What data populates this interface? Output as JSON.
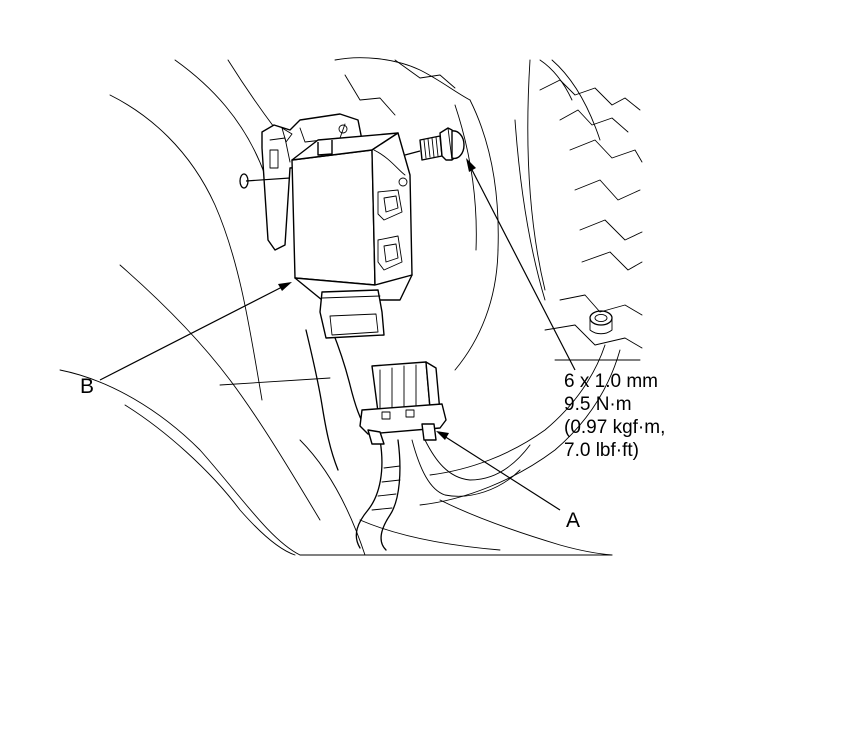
{
  "callouts": {
    "a": "A",
    "b": "B"
  },
  "bolt_spec": {
    "line1": "6 x 1.0 mm",
    "line2": "9.5 N·m",
    "line3": "(0.97 kgf·m,",
    "line4": "7.0 lbf·ft)"
  },
  "colors": {
    "line": "#000000",
    "background": "#ffffff"
  }
}
